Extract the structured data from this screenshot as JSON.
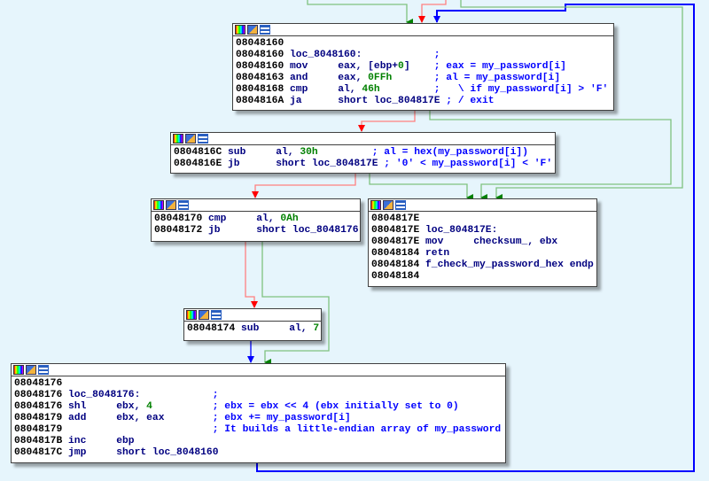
{
  "colors": {
    "background": "#e6f5fc",
    "edge_true": "#008000",
    "edge_false": "#ff0000",
    "edge_jump": "#0000ff",
    "address": "#000000",
    "instruction": "#000080",
    "number": "#008000",
    "comment": "#0000ff"
  },
  "header_icons": [
    "color-palette-icon",
    "edit-icon",
    "graph-icon"
  ],
  "blocks": [
    {
      "id": "loc_8048160",
      "lines": [
        [
          [
            "a",
            "08048160"
          ]
        ],
        [
          [
            "a",
            "08048160"
          ],
          [
            "i",
            " loc_8048160:            "
          ],
          [
            "c",
            ";"
          ]
        ],
        [
          [
            "a",
            "08048160"
          ],
          [
            "i",
            " mov     eax, [ebp+"
          ],
          [
            "n",
            "0"
          ],
          [
            "i",
            "]    "
          ],
          [
            "c",
            "; eax = my_password[i]"
          ]
        ],
        [
          [
            "a",
            "08048163"
          ],
          [
            "i",
            " and     eax, "
          ],
          [
            "n",
            "0FFh"
          ],
          [
            "i",
            "       "
          ],
          [
            "c",
            "; al = my_password[i]"
          ]
        ],
        [
          [
            "a",
            "08048168"
          ],
          [
            "i",
            " cmp     al, "
          ],
          [
            "n",
            "46h"
          ],
          [
            "i",
            "         "
          ],
          [
            "c",
            ";   \\ if my_password[i] > 'F'"
          ]
        ],
        [
          [
            "a",
            "0804816A"
          ],
          [
            "i",
            " ja      short loc_804817E "
          ],
          [
            "c",
            "; / exit"
          ]
        ]
      ]
    },
    {
      "id": "loc_804816C",
      "lines": [
        [
          [
            "a",
            "0804816C"
          ],
          [
            "i",
            " sub     al, "
          ],
          [
            "n",
            "30h"
          ],
          [
            "i",
            "         "
          ],
          [
            "c",
            "; al = hex(my_password[i])"
          ]
        ],
        [
          [
            "a",
            "0804816E"
          ],
          [
            "i",
            " jb      short loc_804817E "
          ],
          [
            "c",
            "; '0' < my_password[i] < 'F'"
          ]
        ]
      ]
    },
    {
      "id": "loc_8048170",
      "lines": [
        [
          [
            "a",
            "08048170"
          ],
          [
            "i",
            " cmp     al, "
          ],
          [
            "n",
            "0Ah"
          ]
        ],
        [
          [
            "a",
            "08048172"
          ],
          [
            "i",
            " jb      short loc_8048176"
          ]
        ]
      ]
    },
    {
      "id": "loc_804817E",
      "lines": [
        [
          [
            "a",
            "0804817E"
          ]
        ],
        [
          [
            "a",
            "0804817E"
          ],
          [
            "i",
            " loc_804817E:"
          ]
        ],
        [
          [
            "a",
            "0804817E"
          ],
          [
            "i",
            " mov     checksum_, ebx"
          ]
        ],
        [
          [
            "a",
            "08048184"
          ],
          [
            "i",
            " retn"
          ]
        ],
        [
          [
            "a",
            "08048184"
          ],
          [
            "i",
            " f_check_my_password_hex endp"
          ]
        ],
        [
          [
            "a",
            "08048184"
          ]
        ]
      ]
    },
    {
      "id": "loc_8048174",
      "lines": [
        [
          [
            "a",
            "08048174"
          ],
          [
            "i",
            " sub     al, "
          ],
          [
            "n",
            "7"
          ]
        ]
      ]
    },
    {
      "id": "loc_8048176",
      "lines": [
        [
          [
            "a",
            "08048176"
          ]
        ],
        [
          [
            "a",
            "08048176"
          ],
          [
            "i",
            " loc_8048176:            "
          ],
          [
            "c",
            ";"
          ]
        ],
        [
          [
            "a",
            "08048176"
          ],
          [
            "i",
            " shl     ebx, "
          ],
          [
            "n",
            "4"
          ],
          [
            "i",
            "          "
          ],
          [
            "c",
            "; ebx = ebx << 4 (ebx initially set to 0)"
          ]
        ],
        [
          [
            "a",
            "08048179"
          ],
          [
            "i",
            " add     ebx, eax        "
          ],
          [
            "c",
            "; ebx += my_password[i]"
          ]
        ],
        [
          [
            "a",
            "08048179"
          ],
          [
            "i",
            "                         "
          ],
          [
            "c",
            "; It builds a little-endian array of my_password"
          ]
        ],
        [
          [
            "a",
            "0804817B"
          ],
          [
            "i",
            " inc     ebp"
          ]
        ],
        [
          [
            "a",
            "0804817C"
          ],
          [
            "i",
            " jmp     short loc_8048160"
          ]
        ]
      ]
    }
  ]
}
